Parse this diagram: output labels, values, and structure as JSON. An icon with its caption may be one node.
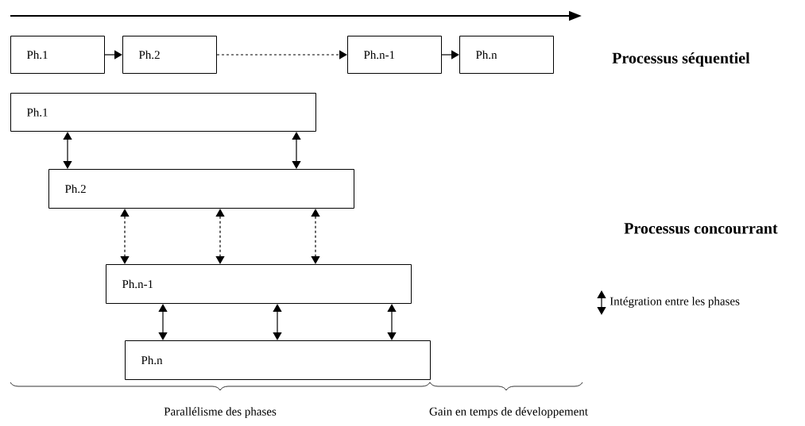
{
  "diagram": {
    "nodes": [
      {
        "text": [
          "Ph.1"
        ]
      },
      {
        "text": [
          "Ph.2"
        ]
      },
      {
        "text": [
          "Ph.n-1"
        ]
      },
      {
        "text": [
          "Ph.n"
        ]
      },
      {
        "text": [
          "Ph.1"
        ]
      },
      {
        "text": [
          "Ph.2"
        ]
      },
      {
        "text": [
          "Ph.n-1"
        ]
      },
      {
        "text": [
          "Ph.n"
        ]
      }
    ],
    "edges": [
      {
        "from": 0,
        "to": 1,
        "arrow": "to"
      },
      {
        "from": 1,
        "to": 2,
        "arrow": "to",
        "style": "dashed"
      },
      {
        "from": 2,
        "to": 3,
        "arrow": "to"
      },
      {
        "from": 4,
        "to": 5,
        "arrow": "both"
      },
      {
        "from": 4,
        "to": 5,
        "arrow": "both"
      },
      {
        "from": 5,
        "to": 6,
        "arrow": "both",
        "style": "dashed"
      },
      {
        "from": 5,
        "to": 6,
        "arrow": "both",
        "style": "dashed"
      },
      {
        "from": 5,
        "to": 6,
        "arrow": "both",
        "style": "dashed"
      },
      {
        "from": 6,
        "to": 7,
        "arrow": "both"
      },
      {
        "from": 6,
        "to": 7,
        "arrow": "both"
      },
      {
        "from": 6,
        "to": 7,
        "arrow": "both"
      }
    ],
    "labels": [
      "Processus séquentiel",
      "Processus concourrant",
      "Parallélisme des phases",
      "Gain en temps de développement"
    ],
    "legend": [
      {
        "text": "Intégration entre les phases"
      }
    ]
  }
}
